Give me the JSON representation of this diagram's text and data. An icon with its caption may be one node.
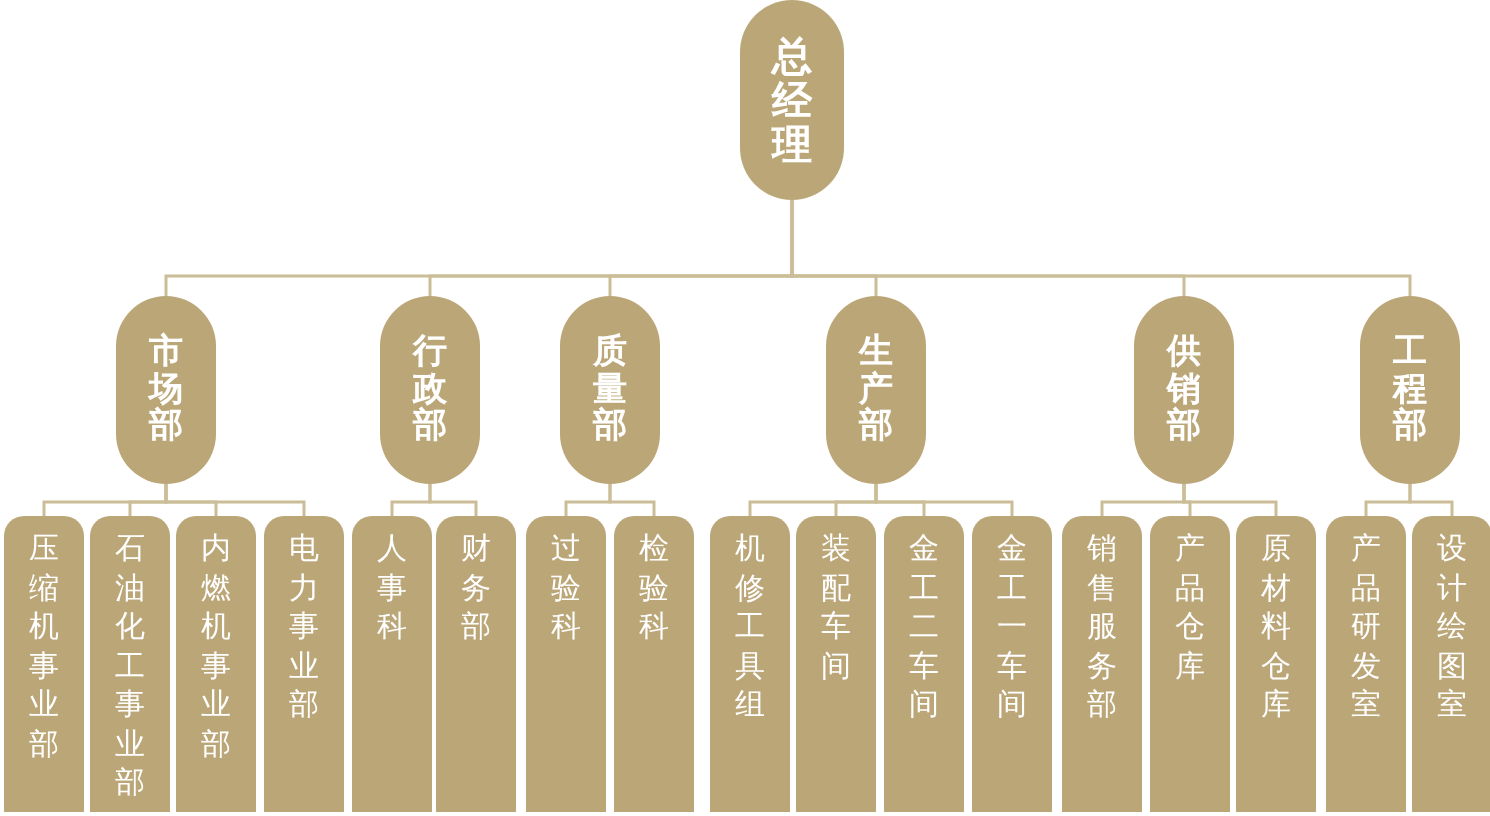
{
  "diagram": {
    "nodes": [
      {
        "text": [
          "总经理"
        ]
      },
      {
        "text": [
          "市场部"
        ]
      },
      {
        "text": [
          "行政部"
        ]
      },
      {
        "text": [
          "质量部"
        ]
      },
      {
        "text": [
          "生产部"
        ]
      },
      {
        "text": [
          "供销部"
        ]
      },
      {
        "text": [
          "工程部"
        ]
      },
      {
        "text": [
          "压缩机事业部"
        ]
      },
      {
        "text": [
          "石油化工事业部"
        ]
      },
      {
        "text": [
          "内燃机事业部"
        ]
      },
      {
        "text": [
          "电力事业部"
        ]
      },
      {
        "text": [
          "人事科"
        ]
      },
      {
        "text": [
          "财务部"
        ]
      },
      {
        "text": [
          "过验科"
        ]
      },
      {
        "text": [
          "检验科"
        ]
      },
      {
        "text": [
          "机修工具组"
        ]
      },
      {
        "text": [
          "装配车间"
        ]
      },
      {
        "text": [
          "金工二车间"
        ]
      },
      {
        "text": [
          "金工一车间"
        ]
      },
      {
        "text": [
          "销售服务部"
        ]
      },
      {
        "text": [
          "产品仓库"
        ]
      },
      {
        "text": [
          "原材料仓库"
        ]
      },
      {
        "text": [
          "产品研发室"
        ]
      },
      {
        "text": [
          "设计绘图室"
        ]
      }
    ],
    "edges": [
      {
        "from": 0,
        "to": 1,
        "arrow": "none"
      },
      {
        "from": 0,
        "to": 2,
        "arrow": "none"
      },
      {
        "from": 0,
        "to": 3,
        "arrow": "none"
      },
      {
        "from": 0,
        "to": 4,
        "arrow": "none"
      },
      {
        "from": 0,
        "to": 5,
        "arrow": "none"
      },
      {
        "from": 0,
        "to": 6,
        "arrow": "none"
      },
      {
        "from": 1,
        "to": 7,
        "arrow": "none"
      },
      {
        "from": 1,
        "to": 8,
        "arrow": "none"
      },
      {
        "from": 1,
        "to": 9,
        "arrow": "none"
      },
      {
        "from": 1,
        "to": 10,
        "arrow": "none"
      },
      {
        "from": 2,
        "to": 11,
        "arrow": "none"
      },
      {
        "from": 2,
        "to": 12,
        "arrow": "none"
      },
      {
        "from": 3,
        "to": 13,
        "arrow": "none"
      },
      {
        "from": 3,
        "to": 14,
        "arrow": "none"
      },
      {
        "from": 4,
        "to": 15,
        "arrow": "none"
      },
      {
        "from": 4,
        "to": 16,
        "arrow": "none"
      },
      {
        "from": 4,
        "to": 17,
        "arrow": "none"
      },
      {
        "from": 4,
        "to": 18,
        "arrow": "none"
      },
      {
        "from": 5,
        "to": 19,
        "arrow": "none"
      },
      {
        "from": 5,
        "to": 20,
        "arrow": "none"
      },
      {
        "from": 5,
        "to": 21,
        "arrow": "none"
      },
      {
        "from": 6,
        "to": 22,
        "arrow": "none"
      },
      {
        "from": 6,
        "to": 23,
        "arrow": "none"
      }
    ]
  }
}
